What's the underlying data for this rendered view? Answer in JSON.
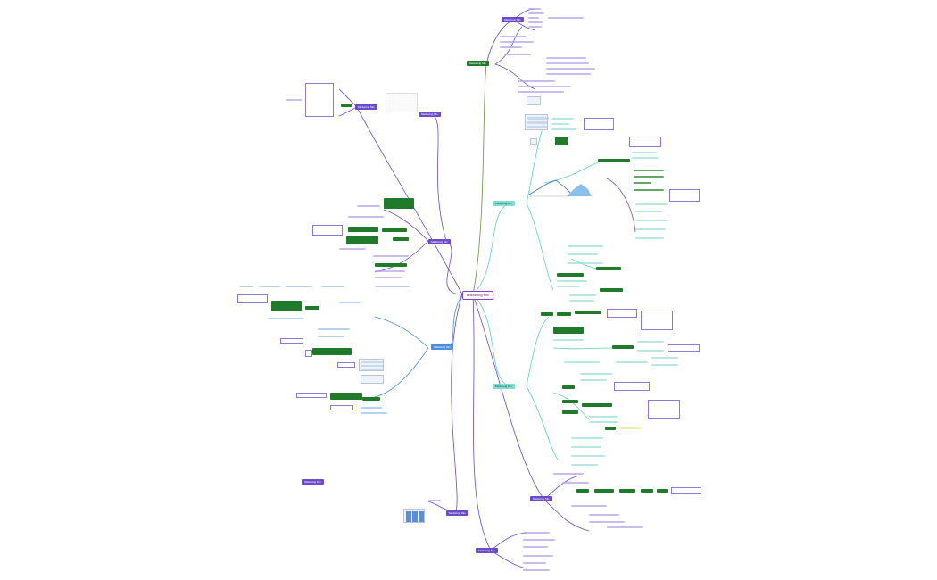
{
  "central": {
    "label": "Marketing Mix"
  },
  "branches": {
    "top": "Marketing Mix",
    "top_green": "Marketing Mix",
    "upper_left": "Marketing Mix",
    "mid_left": "Marketing Mix",
    "left_lower": "Marketing Mix",
    "bottom_left": "Marketing Mix",
    "right_teal_upper": "Marketing Mix",
    "right_teal_lower": "Marketing Mix",
    "lower_right": "Marketing Mix",
    "bottom": "Marketing Mix",
    "far_left": "Marketing Mix",
    "left_orphan": "Marketing Mix"
  },
  "colors": {
    "purple": "#6c4bc9",
    "green": "#1f7a2a",
    "teal": "#7fdcd0",
    "blue": "#4a90e2",
    "central_border": "#8a3fb8"
  }
}
